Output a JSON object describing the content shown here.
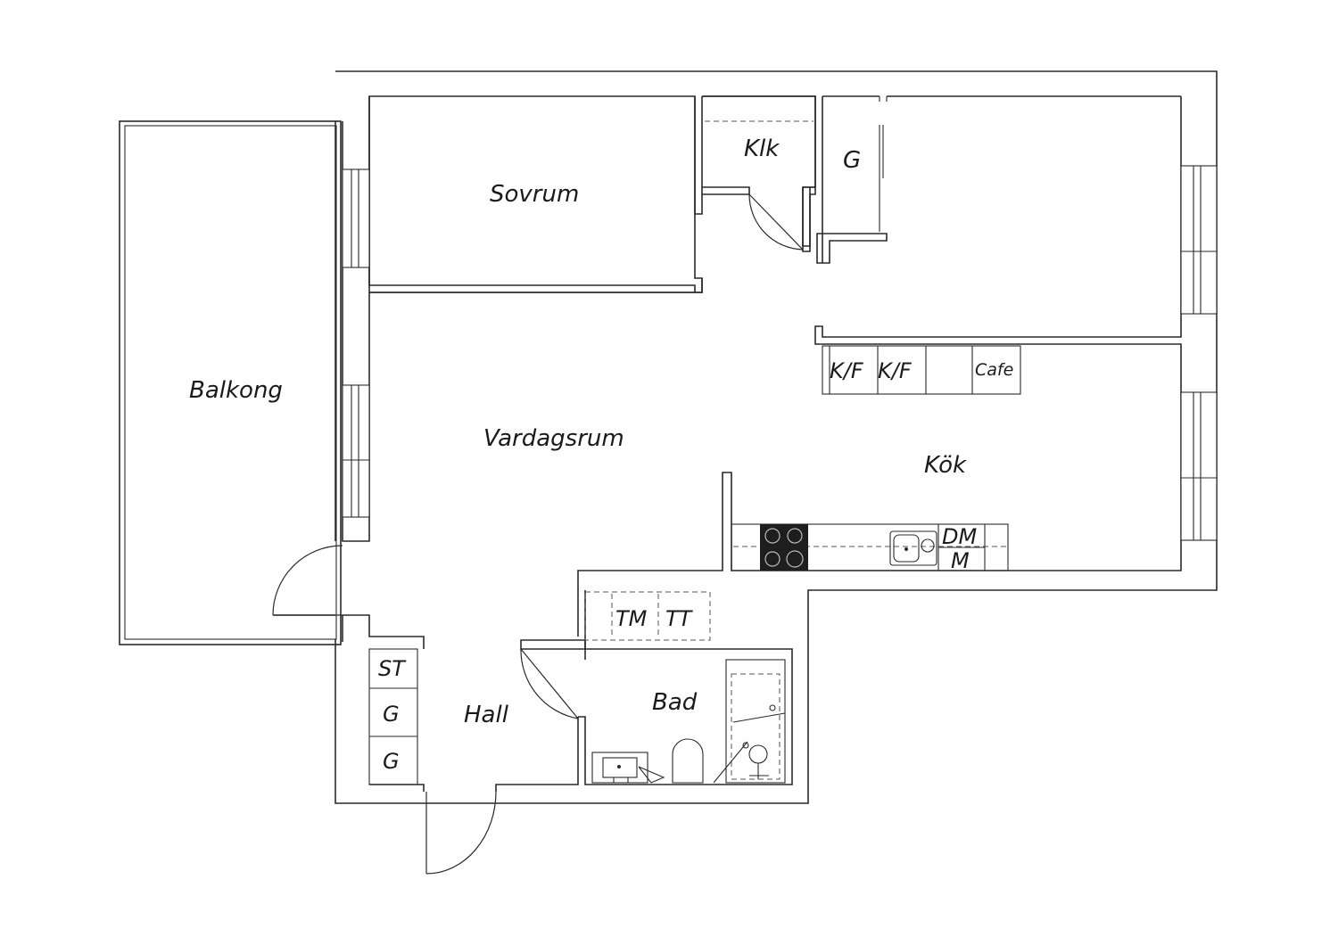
{
  "rooms": {
    "balkong": "Balkong",
    "sovrum": "Sovrum",
    "klk": "Klk",
    "g_closet": "G",
    "vardagsrum": "Vardagsrum",
    "kok": "Kök",
    "hall": "Hall",
    "bad": "Bad"
  },
  "fixtures": {
    "kf1": "K/F",
    "kf2": "K/F",
    "cafe": "Cafe",
    "dm": "DM",
    "m": "M",
    "tm": "TM",
    "tt": "TT",
    "st": "ST",
    "g1": "G",
    "g2": "G"
  }
}
